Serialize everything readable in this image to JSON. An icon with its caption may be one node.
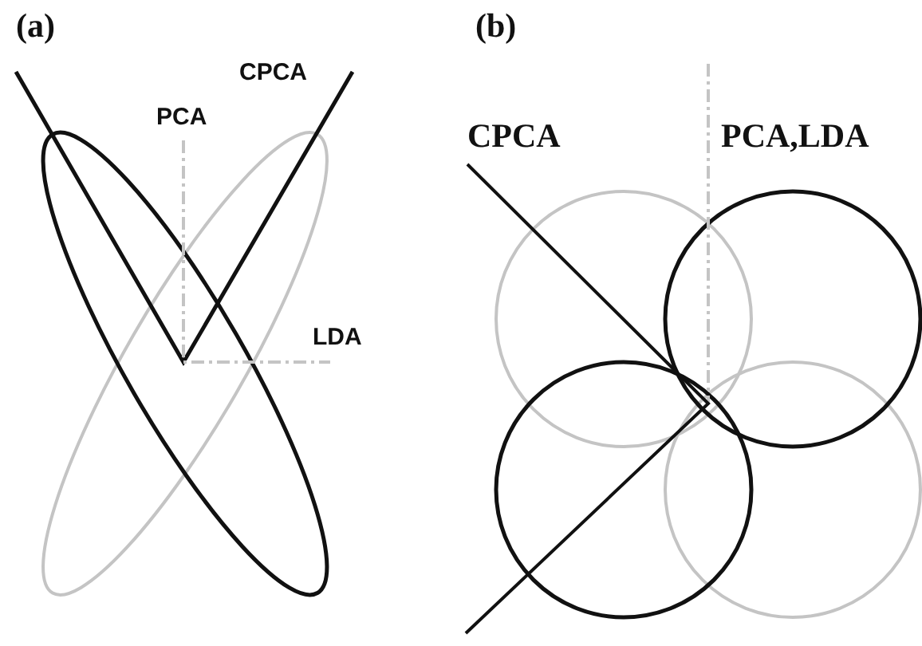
{
  "diagram": {
    "labels": [
      "(a)",
      "CPCA",
      "PCA",
      "LDA",
      "(b)",
      "CPCA",
      "PCA,LDA"
    ]
  }
}
